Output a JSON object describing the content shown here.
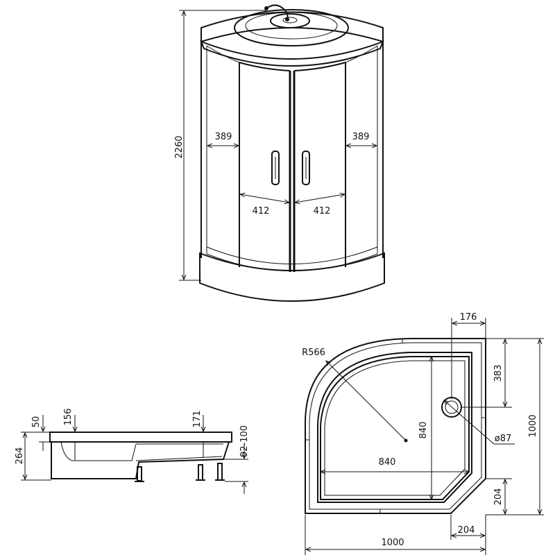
{
  "front_view": {
    "height": "2260",
    "side_width_left": "389",
    "side_width_right": "389",
    "door_width_left": "412",
    "door_width_right": "412"
  },
  "side_view": {
    "total_height": "264",
    "rim_height": "50",
    "depth_a": "156",
    "depth_b": "171",
    "leg_adjust": "92-100"
  },
  "plan_view": {
    "radius": "R566",
    "inner_width": "840",
    "inner_depth": "840",
    "total_width": "1000",
    "total_depth": "1000",
    "drain_offset_x": "176",
    "drain_offset_y": "383",
    "drain_diameter": "ø87",
    "corner_x": "204",
    "corner_y": "204"
  }
}
